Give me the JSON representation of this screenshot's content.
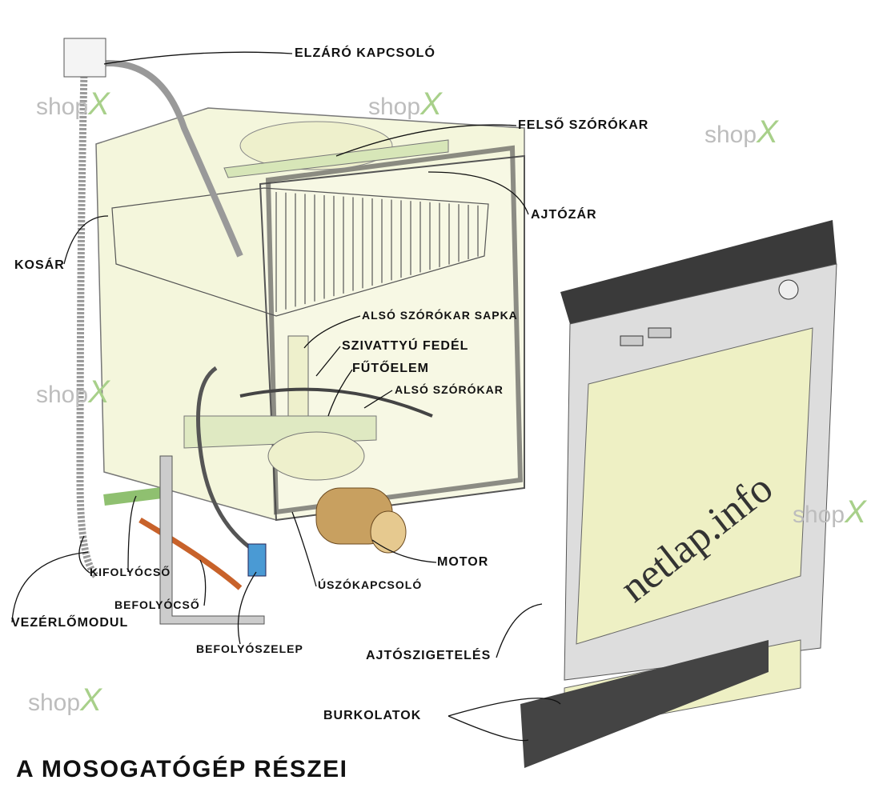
{
  "title": "A MOSOGATÓGÉP RÉSZEI",
  "labels": {
    "shutoff_switch": "ELZÁRÓ KAPCSOLÓ",
    "upper_spray_arm": "FELSŐ SZÓRÓKAR",
    "door_latch": "AJTÓZÁR",
    "basket": "KOSÁR",
    "lower_spray_arm_cap": "ALSÓ SZÓRÓKAR SAPKA",
    "pump_cover": "SZIVATTYÚ FEDÉL",
    "heating_element": "FŰTŐELEM",
    "lower_spray_arm": "ALSÓ SZÓRÓKAR",
    "motor": "MOTOR",
    "float_switch": "ÚSZÓKAPCSOLÓ",
    "drain_hose": "KIFOLYÓCSŐ",
    "inlet_hose": "BEFOLYÓCSŐ",
    "control_module": "VEZÉRLŐMODUL",
    "inlet_valve": "BEFOLYÓSZELEP",
    "door_gasket": "AJTÓSZIGETELÉS",
    "panels": "BURKOLATOK"
  },
  "watermarks": {
    "shop": "shop",
    "x": "X",
    "netlap": "netlap.info"
  },
  "colors": {
    "body": "#f3f5d8",
    "door_panel": "#eef0c4",
    "door_frame": "#3a3a3a",
    "accent_green": "#a8d08a"
  }
}
